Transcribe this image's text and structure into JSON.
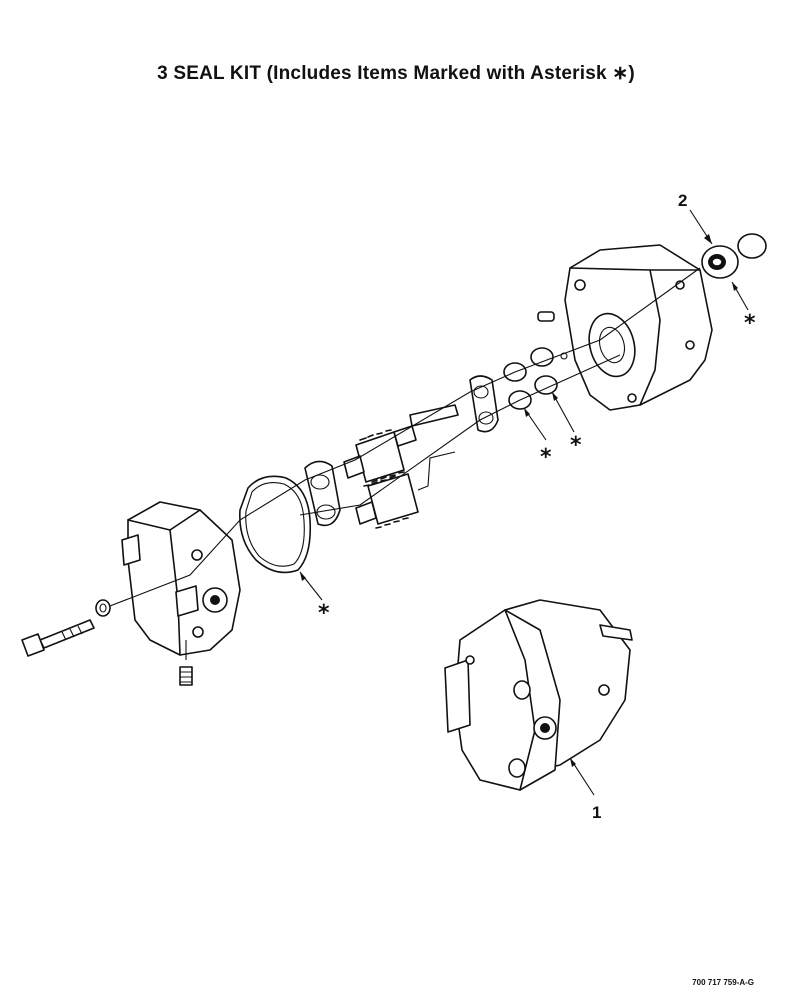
{
  "title": "3 SEAL KIT (Includes Items Marked with Asterisk ∗)",
  "callouts": {
    "item1": "1",
    "item2": "2",
    "asterisk": "*"
  },
  "drawing_code": "700 717 759-A-G"
}
